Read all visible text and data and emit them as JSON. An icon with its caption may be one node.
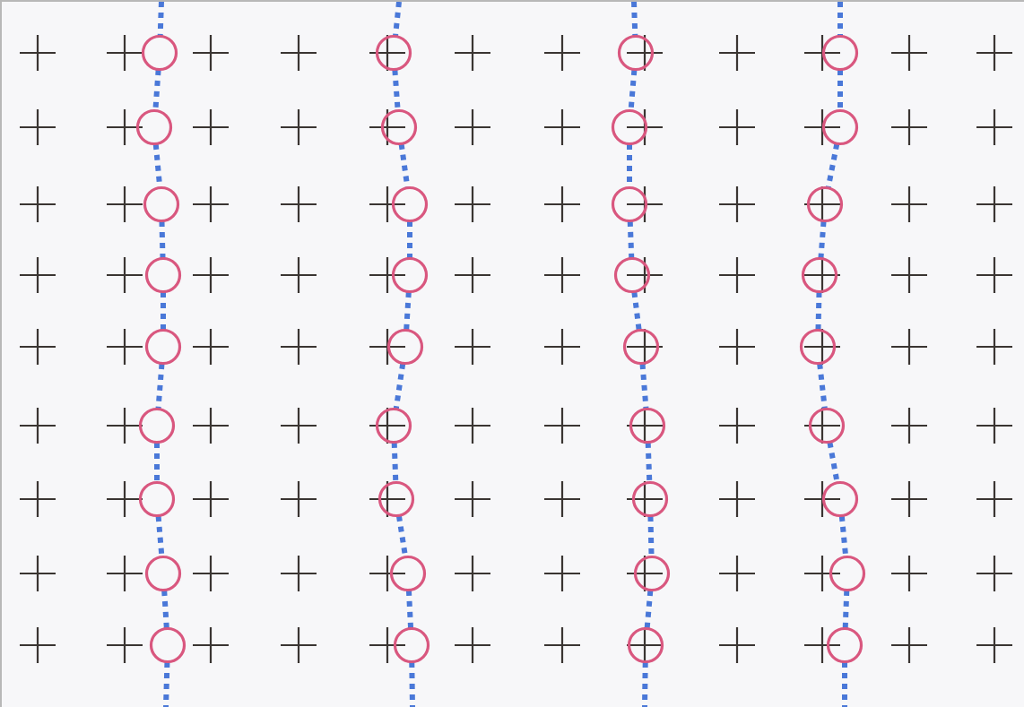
{
  "diagram": {
    "nodes": [
      {
        "text": [],
        "shape": "circle"
      },
      {
        "text": [],
        "shape": "circle"
      },
      {
        "text": [],
        "shape": "circle"
      },
      {
        "text": [],
        "shape": "circle"
      },
      {
        "text": [],
        "shape": "circle"
      },
      {
        "text": [],
        "shape": "circle"
      },
      {
        "text": [],
        "shape": "circle"
      },
      {
        "text": [],
        "shape": "circle"
      },
      {
        "text": [],
        "shape": "circle"
      },
      {
        "text": [],
        "shape": "circle"
      },
      {
        "text": [],
        "shape": "circle"
      },
      {
        "text": [],
        "shape": "circle"
      },
      {
        "text": [],
        "shape": "circle"
      },
      {
        "text": [],
        "shape": "circle"
      },
      {
        "text": [],
        "shape": "circle"
      },
      {
        "text": [],
        "shape": "circle"
      },
      {
        "text": [],
        "shape": "circle"
      },
      {
        "text": [],
        "shape": "circle"
      },
      {
        "text": [],
        "shape": "circle"
      },
      {
        "text": [],
        "shape": "circle"
      },
      {
        "text": [],
        "shape": "circle"
      },
      {
        "text": [],
        "shape": "circle"
      },
      {
        "text": [],
        "shape": "circle"
      },
      {
        "text": [],
        "shape": "circle"
      },
      {
        "text": [],
        "shape": "circle"
      },
      {
        "text": [],
        "shape": "circle"
      },
      {
        "text": [],
        "shape": "circle"
      },
      {
        "text": [],
        "shape": "circle"
      },
      {
        "text": [],
        "shape": "circle"
      },
      {
        "text": [],
        "shape": "circle"
      },
      {
        "text": [],
        "shape": "circle"
      },
      {
        "text": [],
        "shape": "circle"
      },
      {
        "text": [],
        "shape": "circle"
      },
      {
        "text": [],
        "shape": "circle"
      },
      {
        "text": [],
        "shape": "circle"
      },
      {
        "text": [],
        "shape": "circle"
      }
    ],
    "edges": [
      {
        "from": null,
        "to": 0,
        "arrow": "none",
        "style": "dashed"
      },
      {
        "from": 0,
        "to": 1,
        "arrow": "none",
        "style": "dashed"
      },
      {
        "from": 1,
        "to": 2,
        "arrow": "none",
        "style": "dashed"
      },
      {
        "from": 2,
        "to": 3,
        "arrow": "none",
        "style": "dashed"
      },
      {
        "from": 3,
        "to": 4,
        "arrow": "none",
        "style": "dashed"
      },
      {
        "from": 4,
        "to": 5,
        "arrow": "none",
        "style": "dashed"
      },
      {
        "from": 5,
        "to": 6,
        "arrow": "none",
        "style": "dashed"
      },
      {
        "from": 6,
        "to": 7,
        "arrow": "none",
        "style": "dashed"
      },
      {
        "from": 7,
        "to": 8,
        "arrow": "none",
        "style": "dashed"
      },
      {
        "from": 8,
        "to": null,
        "arrow": "none",
        "style": "dashed"
      },
      {
        "from": null,
        "to": 9,
        "arrow": "none",
        "style": "dashed"
      },
      {
        "from": 9,
        "to": 10,
        "arrow": "none",
        "style": "dashed"
      },
      {
        "from": 10,
        "to": 11,
        "arrow": "none",
        "style": "dashed"
      },
      {
        "from": 11,
        "to": 12,
        "arrow": "none",
        "style": "dashed"
      },
      {
        "from": 12,
        "to": 13,
        "arrow": "none",
        "style": "dashed"
      },
      {
        "from": 13,
        "to": 14,
        "arrow": "none",
        "style": "dashed"
      },
      {
        "from": 14,
        "to": 15,
        "arrow": "none",
        "style": "dashed"
      },
      {
        "from": 15,
        "to": 16,
        "arrow": "none",
        "style": "dashed"
      },
      {
        "from": 16,
        "to": 17,
        "arrow": "none",
        "style": "dashed"
      },
      {
        "from": 17,
        "to": null,
        "arrow": "none",
        "style": "dashed"
      },
      {
        "from": null,
        "to": 18,
        "arrow": "none",
        "style": "dashed"
      },
      {
        "from": 18,
        "to": 19,
        "arrow": "none",
        "style": "dashed"
      },
      {
        "from": 19,
        "to": 20,
        "arrow": "none",
        "style": "dashed"
      },
      {
        "from": 20,
        "to": 21,
        "arrow": "none",
        "style": "dashed"
      },
      {
        "from": 21,
        "to": 22,
        "arrow": "none",
        "style": "dashed"
      },
      {
        "from": 22,
        "to": 23,
        "arrow": "none",
        "style": "dashed"
      },
      {
        "from": 23,
        "to": 24,
        "arrow": "none",
        "style": "dashed"
      },
      {
        "from": 24,
        "to": 25,
        "arrow": "none",
        "style": "dashed"
      },
      {
        "from": 25,
        "to": 26,
        "arrow": "none",
        "style": "dashed"
      },
      {
        "from": 26,
        "to": null,
        "arrow": "none",
        "style": "dashed"
      },
      {
        "from": null,
        "to": 27,
        "arrow": "none",
        "style": "dashed"
      },
      {
        "from": 27,
        "to": 28,
        "arrow": "none",
        "style": "dashed"
      },
      {
        "from": 28,
        "to": 29,
        "arrow": "none",
        "style": "dashed"
      },
      {
        "from": 29,
        "to": 30,
        "arrow": "none",
        "style": "dashed"
      },
      {
        "from": 30,
        "to": 31,
        "arrow": "none",
        "style": "dashed"
      },
      {
        "from": 31,
        "to": 32,
        "arrow": "none",
        "style": "dashed"
      },
      {
        "from": 32,
        "to": 33,
        "arrow": "none",
        "style": "dashed"
      },
      {
        "from": 33,
        "to": 34,
        "arrow": "none",
        "style": "dashed"
      },
      {
        "from": 34,
        "to": 35,
        "arrow": "none",
        "style": "dashed"
      },
      {
        "from": 35,
        "to": null,
        "arrow": "none",
        "style": "dashed"
      }
    ]
  }
}
